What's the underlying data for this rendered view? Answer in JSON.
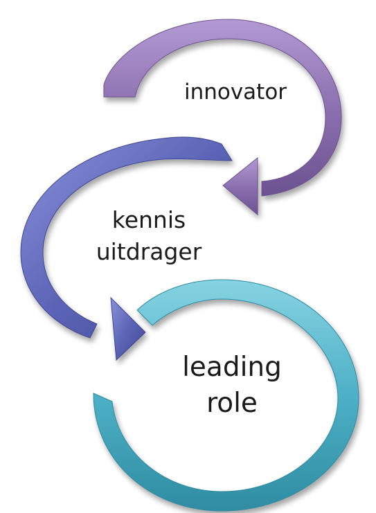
{
  "diagram": {
    "steps": [
      {
        "lines": [
          "innovator"
        ],
        "color": "#8c70b0"
      },
      {
        "lines": [
          "kennis",
          "uitdrager"
        ],
        "color": "#5b64b6"
      },
      {
        "lines": [
          "leading",
          "role"
        ],
        "color": "#4db0c6"
      }
    ]
  }
}
